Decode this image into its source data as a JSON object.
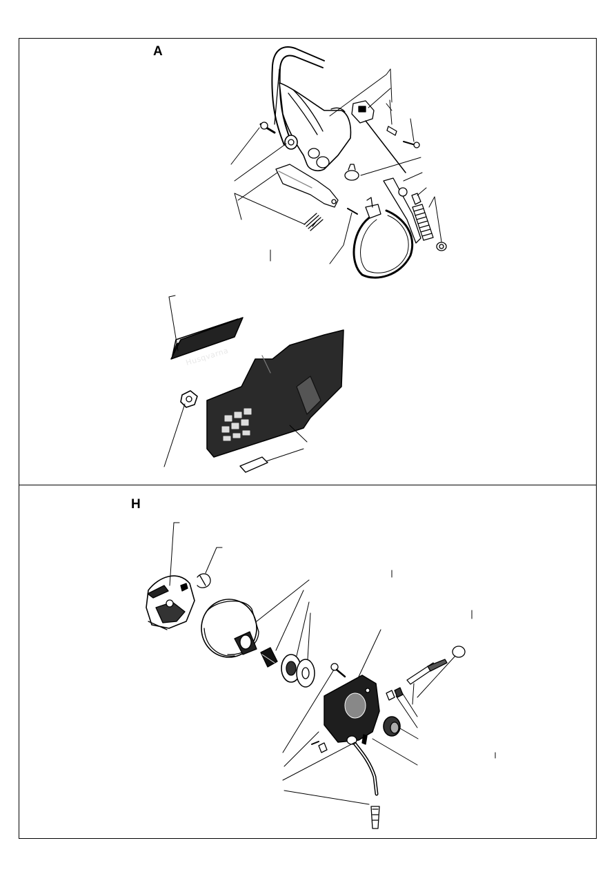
{
  "panels": [
    {
      "id": "A",
      "label": "A"
    },
    {
      "id": "H",
      "label": "H"
    }
  ],
  "badge": {
    "text": "Husqvarna"
  },
  "colors": {
    "ink": "#000000",
    "paper": "#ffffff",
    "cover": "#2a2a2a"
  }
}
